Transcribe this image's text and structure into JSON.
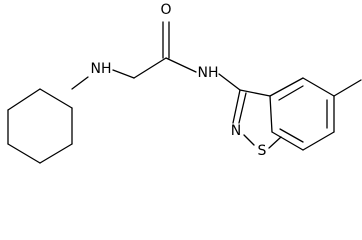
{
  "atoms": {
    "oxygen": "O",
    "amine_nh": "NH",
    "amide_nh": "NH",
    "ring_nitrogen": "N",
    "sulfur": "S"
  }
}
